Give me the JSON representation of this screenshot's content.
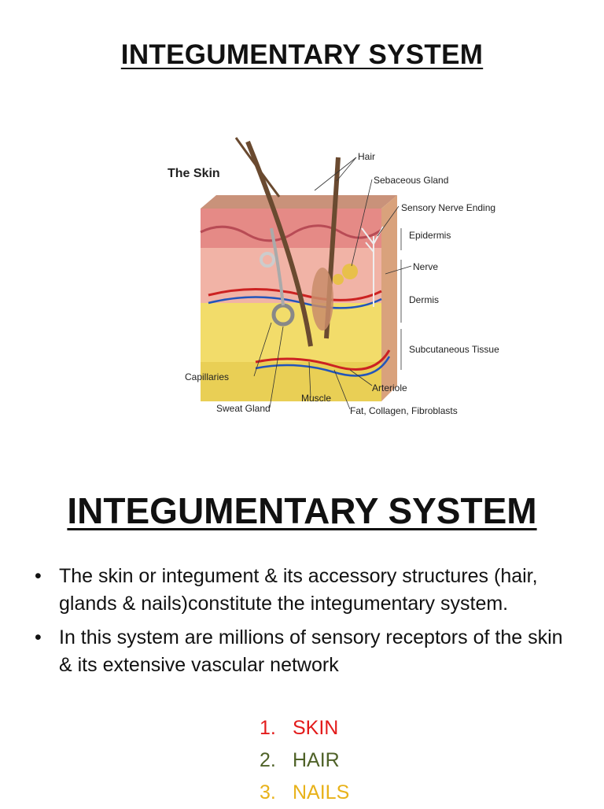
{
  "slide1": {
    "title": "INTEGUMENTARY SYSTEM"
  },
  "figure": {
    "title": "The Skin",
    "labels": {
      "hair": "Hair",
      "sebaceous_gland": "Sebaceous Gland",
      "sensory_nerve_ending": "Sensory Nerve Ending",
      "epidermis": "Epidermis",
      "nerve": "Nerve",
      "dermis": "Dermis",
      "subcutaneous_tissue": "Subcutaneous Tissue",
      "capillaries": "Capillaries",
      "sweat_gland": "Sweat Gland",
      "muscle": "Muscle",
      "arteriole": "Arteriole",
      "fat_collagen": "Fat, Collagen, Fibroblasts"
    }
  },
  "slide2": {
    "title": "INTEGUMENTARY SYSTEM",
    "bullet_symbol": "•",
    "bullets": [
      "The skin or integument & its accessory structures (hair, glands & nails)constitute the integumentary system.",
      "In this system are millions of sensory receptors of the skin & its extensive vascular network"
    ],
    "numbered": [
      {
        "num": "1.",
        "text": "SKIN",
        "color": "#e31b1b"
      },
      {
        "num": "2.",
        "text": "HAIR",
        "color": "#4f6228"
      },
      {
        "num": "3.",
        "text": "NAILS",
        "color": "#e8b21a"
      }
    ]
  }
}
